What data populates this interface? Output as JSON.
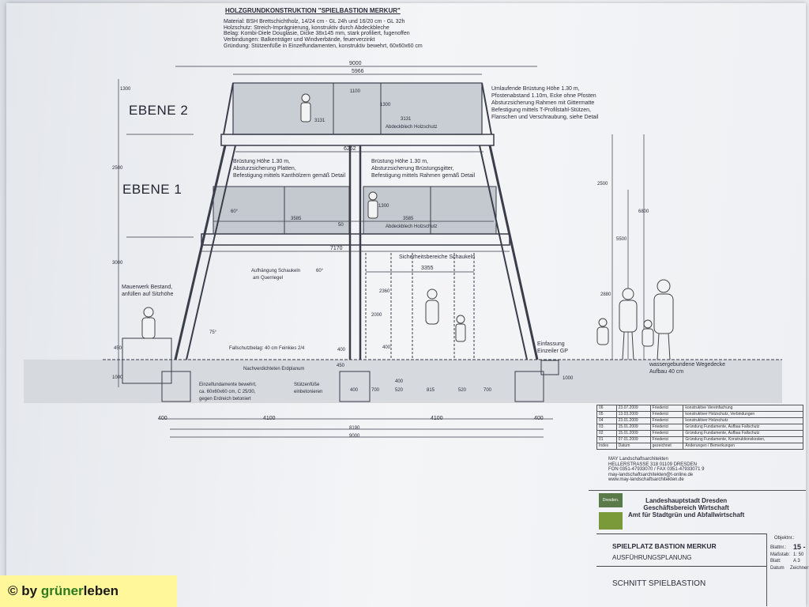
{
  "header": {
    "title": "HOLZGRUNDKONSTRUKTION \"SPIELBASTION MERKUR\"",
    "materials": [
      "Material: BSH Brettschichtholz, 14/24 cm - GL 24h und 16/20 cm - GL 32h",
      "Holzschutz: Streich-Imprägnierung, konstruktiv durch Abdeckbleche",
      "Belag: Kombi-Diele Douglasie, Dicke 38x145 mm, stark profiliert, fugenoffen",
      "Verbindungen: Balkenträger und Windverbände, feuerverzinkt",
      "Gründung: Stützenfüße in Einzelfundamenten, konstruktiv bewehrt, 60x60x60 cm"
    ]
  },
  "levels": {
    "level2": "EBENE 2",
    "level1": "EBENE 1"
  },
  "annotations": {
    "railing_top": [
      "Umlaufende Brüstung Höhe 1.30 m,",
      "Pfostenabstand 1.10m, Ecke ohne Pfosten",
      "Absturzsicherung Rahmen mit Gittermatte",
      "Befestigung mittels T-Profilstahl-Stützen,",
      "Flanschen und Verschraubung, siehe Detail"
    ],
    "cover_top": "Abdeckblech Holzschutz",
    "railing_left": [
      "Brüstung Höhe 1.30 m,",
      "Absturzsicherung Platten,",
      "Befestigung mittels Kanthölzern gemäß Detail"
    ],
    "railing_right": [
      "Brüstung Höhe 1.30 m,",
      "Absturzsicherung Brüstungsgitter,",
      "Befestigung mittels Rahmen gemäß Detail"
    ],
    "cover_mid": "Abdeckblech Holzschutz",
    "swing_area": "Sicherheitsbereiche Schaukeln",
    "swing_mount": [
      "Aufhängung Schaukeln",
      "am Querriegel"
    ],
    "masonry": [
      "Mauerwerk Bestand,",
      "anfüllen auf Sitzhöhe"
    ],
    "fall_protection": "Fallschutzbelag: 40 cm Feinkies 2/4",
    "subsoil": "Nachverdichteten Erdplanum",
    "foundation": [
      "Einzelfundamente bewehrt,",
      "ca. 60x60x60 cm, C 25/30,",
      "gegen Erdreich betoniert"
    ],
    "support_feet": [
      "Stützenfüße",
      "einbetonieren"
    ],
    "edging": [
      "Einfassung",
      "Einzeiler GP"
    ],
    "surface": [
      "wassergebundene Wegedecke",
      "Aufbau 40 cm"
    ]
  },
  "dimensions": {
    "total_top": "9000",
    "top_width": "5966",
    "railing_post": "1100",
    "inner_left": "3131",
    "inner_right": "3131",
    "beam_top": "6262",
    "mid_left": "3585",
    "mid_right": "3585",
    "mid_beam": "7170",
    "swing": "3355",
    "h1": "1300",
    "h2": "2500",
    "h3": "3000",
    "h4": "450",
    "h5": "1000",
    "r1": "2500",
    "r2": "5500",
    "r3": "6800",
    "r4": "2880",
    "railing_h": "1300",
    "railing_h2": "1300",
    "deck": "50",
    "c1": "2360",
    "c2": "2000",
    "c3": "400",
    "c4": "400",
    "ang1": "60°",
    "ang2": "60°",
    "ang3": "75°",
    "bottom": [
      "400",
      "700",
      "520",
      "815",
      "520",
      "700"
    ],
    "base_left": "400",
    "base_mid_left": "4100",
    "base_mid_right": "4100",
    "base_right": "400",
    "base_inner": "8190",
    "base_total": "9000",
    "f1": "400",
    "f2": "450",
    "f3": "1000"
  },
  "revisions": [
    [
      "06",
      "23.07.2009",
      "Friederici",
      "konstruktive Vereinfachung"
    ],
    [
      "05",
      "13.03.2009",
      "Friederici",
      "konstruktiver Holzschutz, Verbindungen"
    ],
    [
      "04",
      "23.01.2009",
      "Friederici",
      "konstruktiver Holzschutz"
    ],
    [
      "03",
      "15.01.2009",
      "Friederici",
      "Gründung Fundamente, Aufbau Fallschutz"
    ],
    [
      "02",
      "15.01.2009",
      "Friederici",
      "Gründung Fundamente, Aufbau Fallschutz"
    ],
    [
      "01",
      "07.01.2009",
      "Friederici",
      "Gründung Fundamente, Konstruktionskosten,"
    ],
    [
      "Index",
      "Datum",
      "gezeichnet",
      "Änderungen / Bemerkungen"
    ]
  ],
  "office": [
    "MAY Landschaftsarchitekten",
    "HELLERSTRASSE 318    01109 DRESDEN",
    "FON 0351-47933070  /  FAX 0351-47933071 9",
    "may-landschaftsarchitekten@t-online.de",
    "www.may-landschaftsarchitekten.de"
  ],
  "authority": [
    "Landeshauptstadt Dresden",
    "Geschäftsbereich Wirtschaft",
    "Amt für Stadtgrün und Abfallwirtschaft"
  ],
  "logo_text": "Dresden.",
  "project": {
    "title": "SPIELPLATZ BASTION MERKUR",
    "phase": "AUSFÜHRUNGSPLANUNG",
    "sheet": "SCHNITT SPIELBASTION"
  },
  "side": {
    "objekt": "Objektnr.:",
    "blatt": "Blattnr.:",
    "blatt_val": "15 -",
    "massstab": "Maßstab:",
    "massstab_val": "1: 50",
    "blatt2": "Blatt:",
    "blatt2_val": "A 3",
    "datum": "Datum",
    "zeichner": "Zeichner"
  },
  "watermark": {
    "prefix": "© by ",
    "brand1": "grüner",
    "brand2": "leben"
  },
  "colors": {
    "ink": "#2a2d3a",
    "watermark_bg": "#fff79a",
    "watermark_green": "#2f7a1f"
  }
}
